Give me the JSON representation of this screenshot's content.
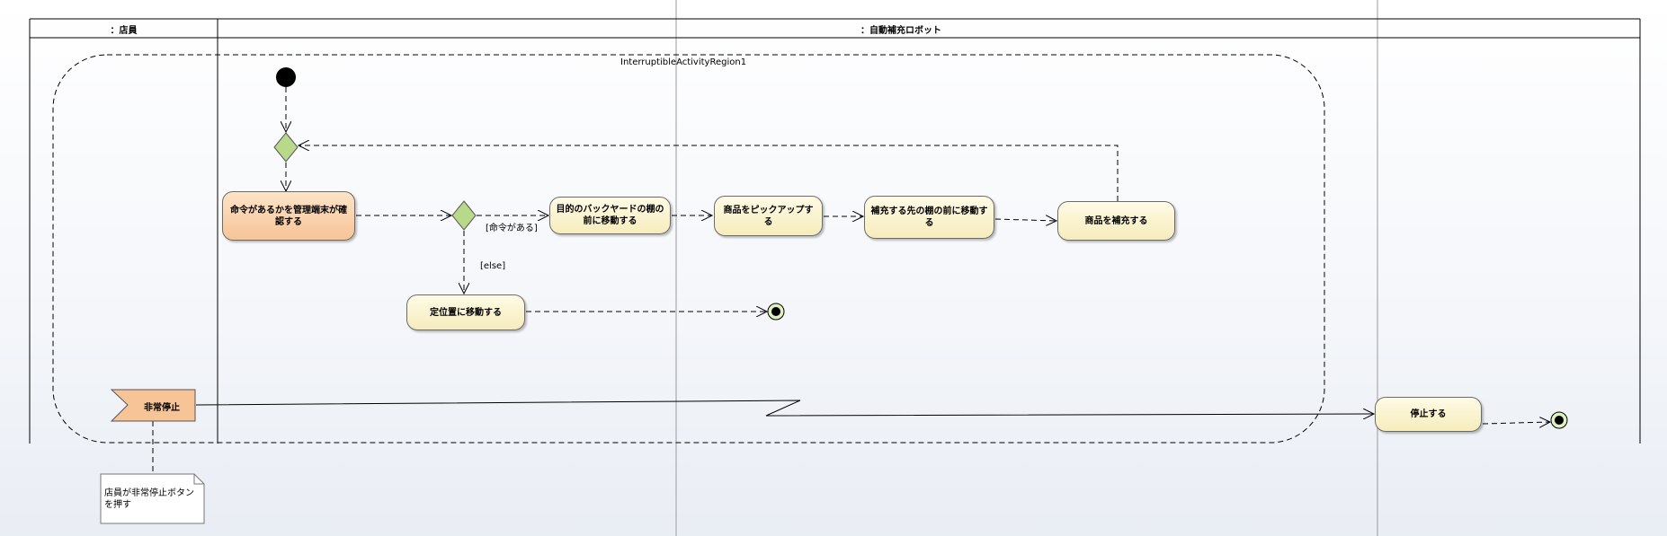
{
  "lanes": [
    {
      "id": "clerk",
      "title": "：店員"
    },
    {
      "id": "robot",
      "title": "：自動補充ロボット"
    }
  ],
  "region": {
    "name": "InterruptibleActivityRegion1"
  },
  "actions": {
    "check_command": "命令があるかを管理端末が確認する",
    "move_backyard": "目的のバックヤードの棚の前に移動する",
    "pickup": "商品をピックアップする",
    "move_shelf": "補充する先の棚の前に移動する",
    "replenish": "商品を補充する",
    "move_home": "定位置に移動する",
    "stop": "停止する"
  },
  "guards": {
    "has_command": "[命令がある]",
    "else": "[else]"
  },
  "signal": {
    "label": "非常停止"
  },
  "note": {
    "text": "店員が非常停止ボタンを押す"
  },
  "colors": {
    "action_fill": "#f6ecbc",
    "action_fill_orange": "#f7c497",
    "decision_fill": "#b7d989",
    "lane_border": "#000000"
  }
}
